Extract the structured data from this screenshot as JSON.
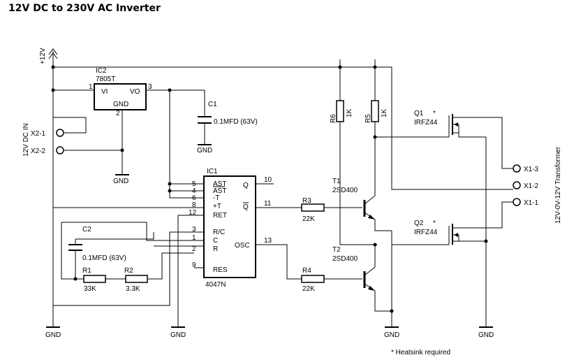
{
  "title": "12V DC to 230V AC Inverter",
  "supply": {
    "label": "+12V"
  },
  "ic2": {
    "ref": "IC2",
    "part": "7805T",
    "vi": "VI",
    "vo": "VO",
    "gnd": "GND",
    "pin1": "1",
    "pin2": "2",
    "pin3": "3"
  },
  "c1": {
    "ref": "C1",
    "value": "0.1MFD (63V)"
  },
  "c2": {
    "ref": "C2",
    "value": "0.1MFD (63V)"
  },
  "dc_in": {
    "label": "12V DC IN",
    "t1": "X2-1",
    "t2": "X2-2"
  },
  "ic1": {
    "ref": "IC1",
    "part": "4047N",
    "left_pins": [
      {
        "num": "5",
        "name": "AST"
      },
      {
        "num": "4",
        "name": "AST"
      },
      {
        "num": "6",
        "name": "-T"
      },
      {
        "num": "8",
        "name": "+T"
      },
      {
        "num": "12",
        "name": "RET"
      },
      {
        "num": "3",
        "name": "R/C"
      },
      {
        "num": "1",
        "name": "C"
      },
      {
        "num": "2",
        "name": "R"
      },
      {
        "num": "9",
        "name": "RES"
      }
    ],
    "right_pins": [
      {
        "num": "10",
        "name": "Q"
      },
      {
        "num": "11",
        "name": "Q"
      },
      {
        "num": "13",
        "name": "OSC"
      }
    ]
  },
  "r1": {
    "ref": "R1",
    "value": "33K"
  },
  "r2": {
    "ref": "R2",
    "value": "3.3K"
  },
  "r3": {
    "ref": "R3",
    "value": "22K"
  },
  "r4": {
    "ref": "R4",
    "value": "22K"
  },
  "r5": {
    "ref": "R5",
    "value": "1K"
  },
  "r6": {
    "ref": "R6",
    "value": "1K"
  },
  "t1": {
    "ref": "T1",
    "part": "2SD400"
  },
  "t2": {
    "ref": "T2",
    "part": "2SD400"
  },
  "q1": {
    "ref": "Q1",
    "part": "IRFZ44",
    "mark": "*"
  },
  "q2": {
    "ref": "Q2",
    "part": "IRFZ44",
    "mark": "*"
  },
  "transformer": {
    "label": "12V-0V-12V Transformer",
    "t1": "X1-3",
    "t2": "X1-2",
    "t3": "X1-1"
  },
  "gnd": "GND",
  "note": "* Heatsink required"
}
